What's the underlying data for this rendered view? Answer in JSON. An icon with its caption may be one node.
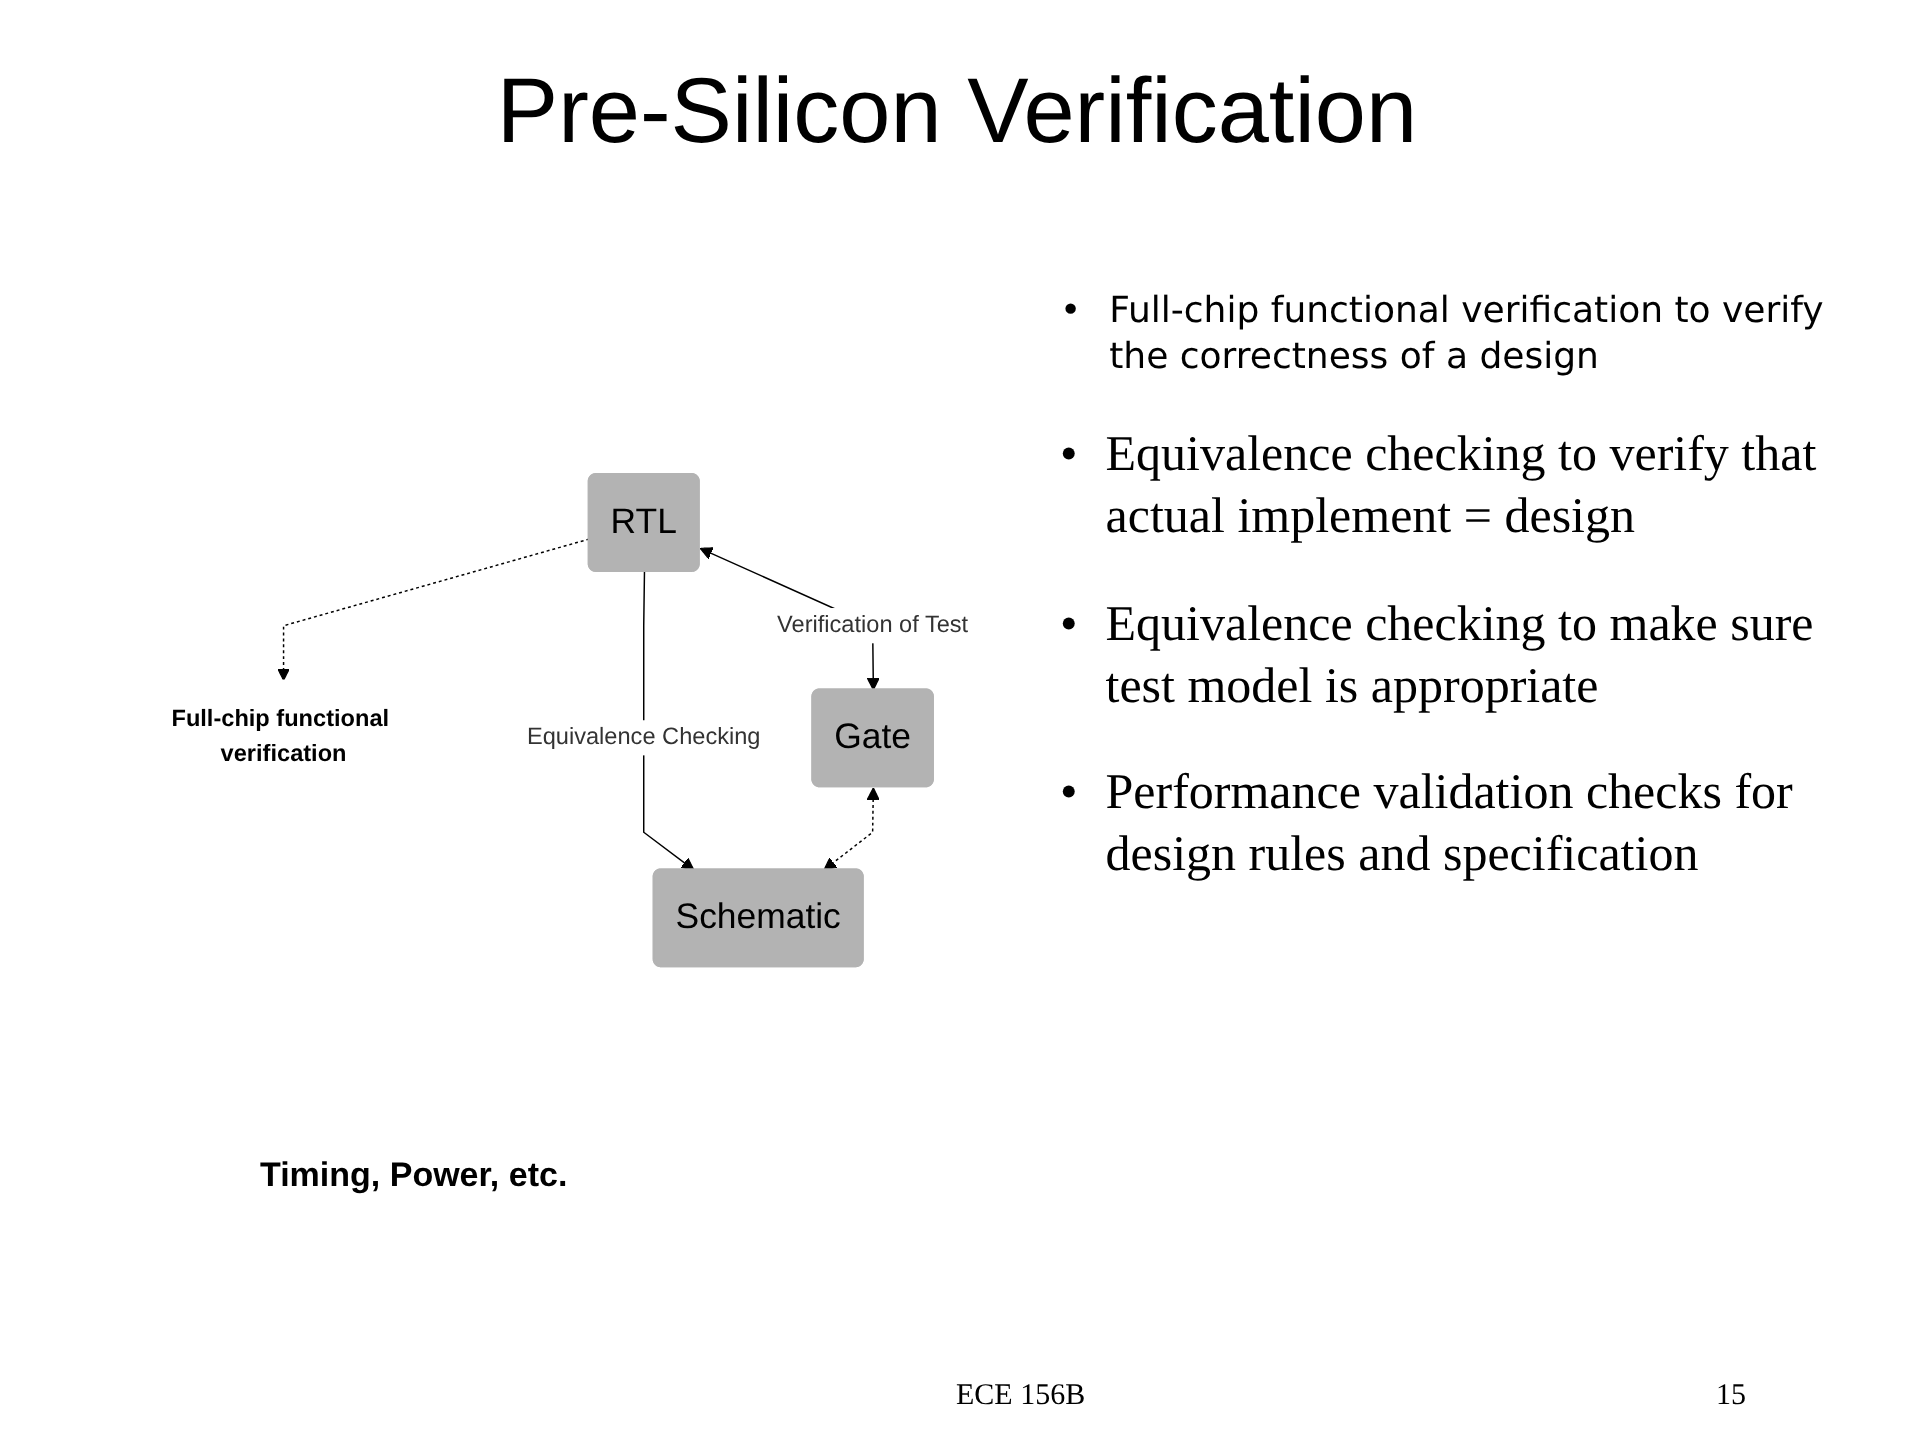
{
  "diagram": {
    "title": "Pre-Silicon Verification",
    "nodes": [
      {
        "text": [
          "Full-chip functional verification"
        ]
      },
      {
        "text": [
          "RTL"
        ]
      },
      {
        "text": [
          "Schematic"
        ]
      },
      {
        "text": [
          "Gate"
        ]
      }
    ],
    "edges": [
      {
        "from": 1,
        "to": 0,
        "arrow": "to",
        "style": "dashed"
      },
      {
        "from": 1,
        "to": 2,
        "arrow": "to",
        "label": "Equivalence Checking"
      },
      {
        "from": 1,
        "to": 3,
        "arrow": "both",
        "label": "Verification of Test"
      },
      {
        "from": 3,
        "to": 2,
        "arrow": "both",
        "style": "dashed"
      }
    ],
    "labels": [
      "Timing, Power, etc.",
      "•",
      "Full-chip functional verification to verify the correctness of a design",
      "•",
      "Equivalence checking to verify that actual implement = design",
      "•",
      "Equivalence checking to make sure test model is appropriate",
      "•",
      "Performance validation checks for design rules and specification",
      "ECE 156B",
      "15"
    ]
  }
}
